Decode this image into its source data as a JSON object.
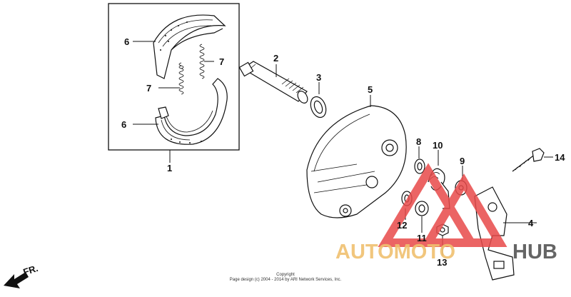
{
  "callouts": {
    "c1": "1",
    "c2": "2",
    "c3": "3",
    "c4": "4",
    "c5": "5",
    "c6a": "6",
    "c6b": "6",
    "c7a": "7",
    "c7b": "7",
    "c8": "8",
    "c9": "9",
    "c10": "10",
    "c11": "11",
    "c12": "12",
    "c13": "13",
    "c14": "14"
  },
  "direction_label": "FR.",
  "copyright": {
    "line1": "Copyright",
    "line2": "Page design (c) 2004 - 2014 by ARI Network Services, Inc."
  },
  "watermark": {
    "text_accent": "AUTOMOTO",
    "text_dark": "HUB",
    "accent_color": "#f0c070",
    "dark_color": "#555555",
    "triangle_color": "#e84a4a"
  },
  "colors": {
    "line": "#111111",
    "background": "#ffffff"
  }
}
